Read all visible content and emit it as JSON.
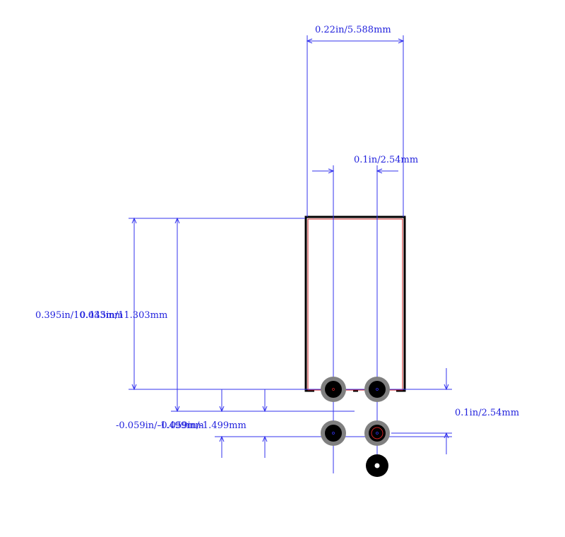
{
  "dimensions": {
    "top_width": "0.22in/5.588mm",
    "pitch_top": "0.1in/2.54mm",
    "height_overlap": "0.395in/10.033mm / 0.445in/11.303mm",
    "height_label_a": "0.395in/10.033mm",
    "height_label_b": "0.445in/11.303mm",
    "bottom_offset_overlap": "-0.059in/-1.499mm / -0.059in/-1.499mm",
    "bottom_label_a": "-0.059in/-1.499mm",
    "bottom_label_b": "-0.059in/-1.499mm",
    "pitch_right": "0.1in/2.54mm"
  },
  "colors": {
    "dimension": "#3333ee",
    "outline": "#000000",
    "courtyard": "#cc2222",
    "pad_ring": "#808080",
    "drill": "#000000"
  }
}
